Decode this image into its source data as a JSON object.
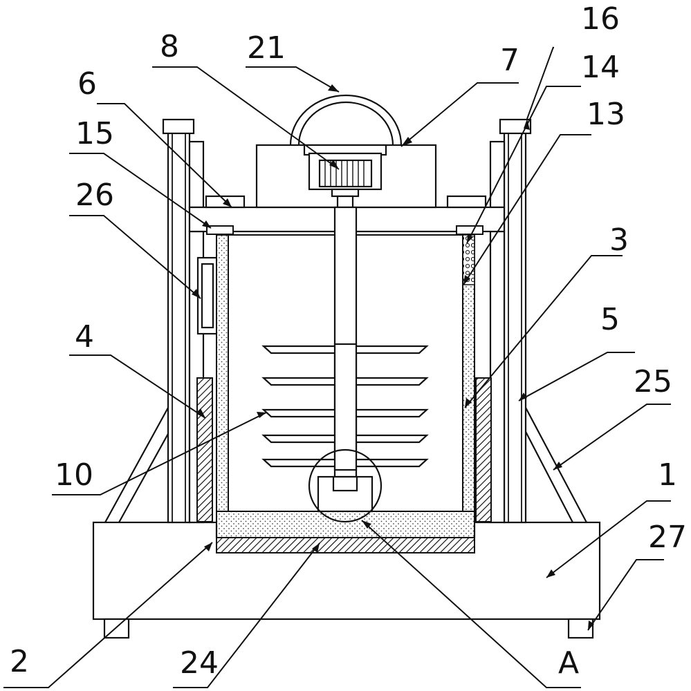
{
  "labels": [
    {
      "id": "1",
      "text": "1"
    },
    {
      "id": "2",
      "text": "2"
    },
    {
      "id": "3",
      "text": "3"
    },
    {
      "id": "4",
      "text": "4"
    },
    {
      "id": "5",
      "text": "5"
    },
    {
      "id": "6",
      "text": "6"
    },
    {
      "id": "7",
      "text": "7"
    },
    {
      "id": "8",
      "text": "8"
    },
    {
      "id": "10",
      "text": "10"
    },
    {
      "id": "13",
      "text": "13"
    },
    {
      "id": "14",
      "text": "14"
    },
    {
      "id": "15",
      "text": "15"
    },
    {
      "id": "16",
      "text": "16"
    },
    {
      "id": "21",
      "text": "21"
    },
    {
      "id": "24",
      "text": "24"
    },
    {
      "id": "25",
      "text": "25"
    },
    {
      "id": "26",
      "text": "26"
    },
    {
      "id": "27",
      "text": "27"
    },
    {
      "id": "A",
      "text": "A"
    }
  ]
}
